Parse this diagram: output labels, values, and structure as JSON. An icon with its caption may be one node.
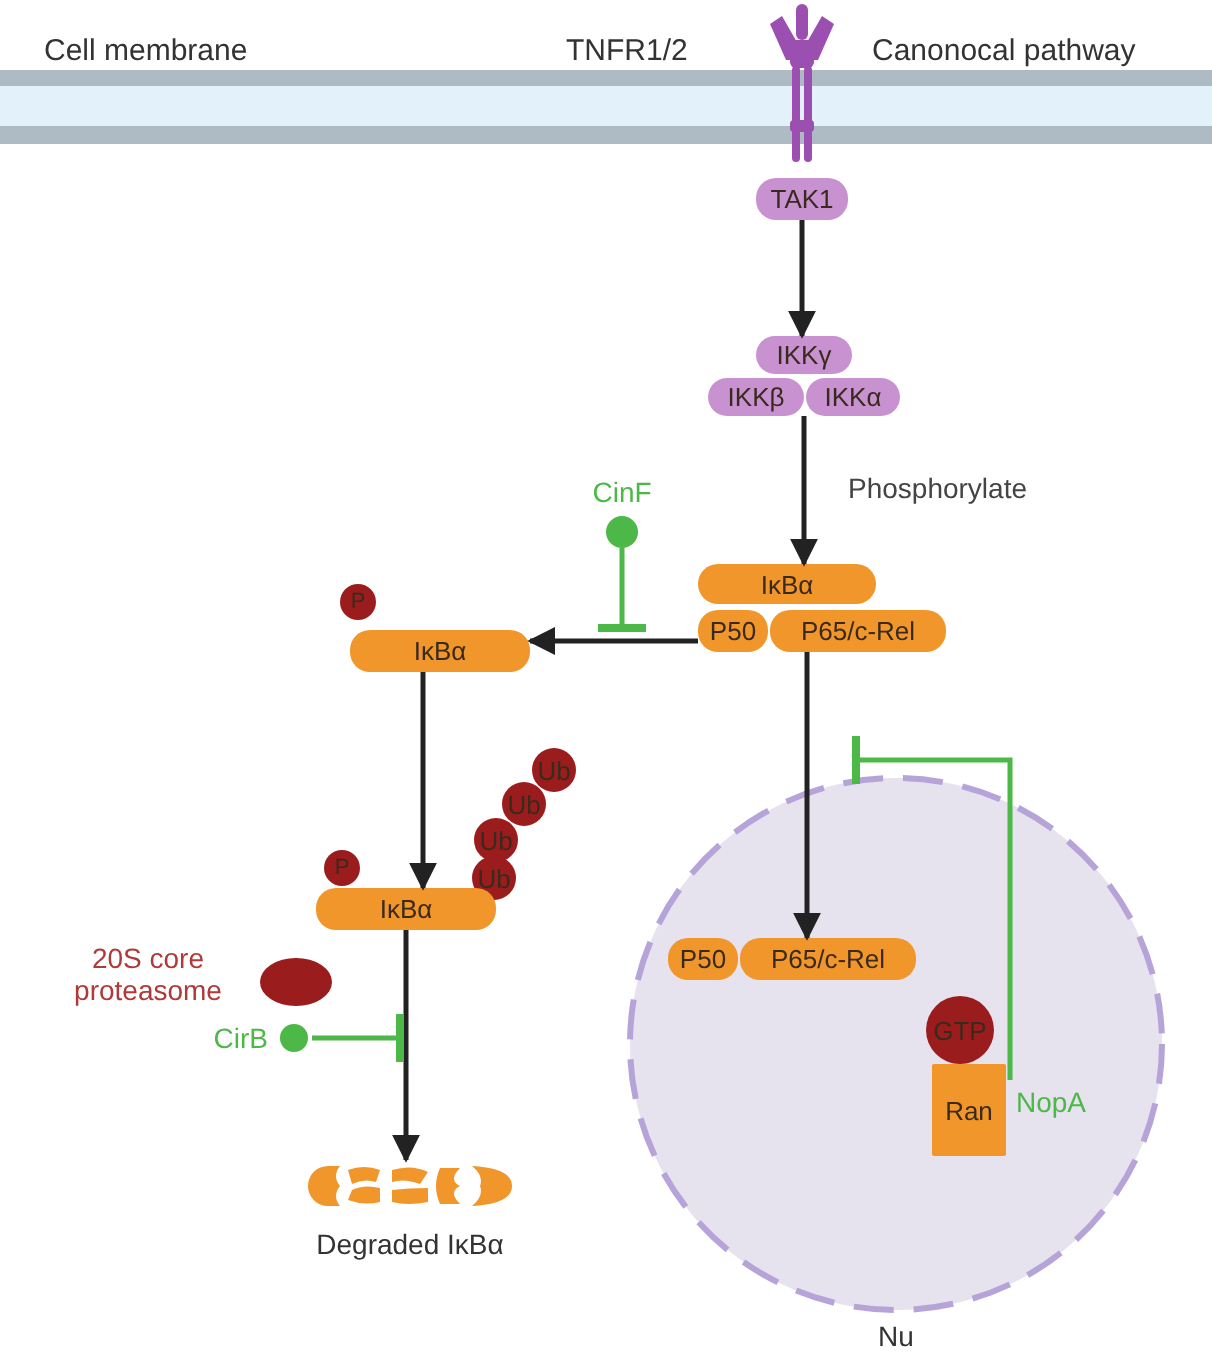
{
  "diagram": {
    "nodes": [
      {
        "text": [],
        "shape": "picture",
        "beside": [
          "TNFR1/2"
        ]
      },
      {
        "text": [
          "TAK1"
        ]
      },
      {
        "text": [
          "IKKγ",
          "IKKβ",
          "IKKα"
        ]
      },
      {
        "text": [
          "CinF"
        ]
      },
      {
        "text": [
          "IκBα",
          "P50",
          "P65/c-Rel"
        ]
      },
      {
        "text": [
          "P"
        ]
      },
      {
        "text": [
          "IκBα"
        ]
      },
      {
        "text": [
          "Nu"
        ]
      },
      {
        "text": [
          "Ub"
        ]
      },
      {
        "text": [
          "Ub"
        ]
      },
      {
        "text": [
          "Ub"
        ]
      },
      {
        "text": [
          "P"
        ]
      },
      {
        "text": [
          "Ub"
        ]
      },
      {
        "text": [
          "IκBα"
        ]
      },
      {
        "text": [
          "P50",
          "P65/c-Rel"
        ],
        "in": 7
      },
      {
        "text": [
          "20S core proteasome"
        ]
      },
      {
        "text": [
          "CirB"
        ]
      },
      {
        "text": [
          "GTP"
        ],
        "in": 7
      },
      {
        "text": [
          "Ran"
        ],
        "in": 7
      },
      {
        "text": [
          "NopA"
        ],
        "in": 7
      },
      {
        "text": [
          "Degraded IκBα"
        ]
      }
    ],
    "edges": [
      {
        "from": 1,
        "to": 2,
        "arrow": "to"
      },
      {
        "from": 2,
        "to": 4,
        "arrow": "to",
        "label": "Phosphorylate"
      },
      {
        "from": 3,
        "to": null,
        "arrow": "other",
        "color": "#4cb847"
      },
      {
        "from": 4,
        "to": 6,
        "arrow": "to"
      },
      {
        "from": 6,
        "to": 13,
        "arrow": "to"
      },
      {
        "from": 4,
        "to": 14,
        "arrow": "to"
      },
      {
        "from": 19,
        "to": null,
        "arrow": "other",
        "color": "#4cb847"
      },
      {
        "from": 13,
        "to": 20,
        "arrow": "to"
      },
      {
        "from": 16,
        "to": null,
        "arrow": "other",
        "color": "#4cb847"
      }
    ],
    "labels": [
      "Cell membrane",
      "Canonocal pathway"
    ]
  }
}
